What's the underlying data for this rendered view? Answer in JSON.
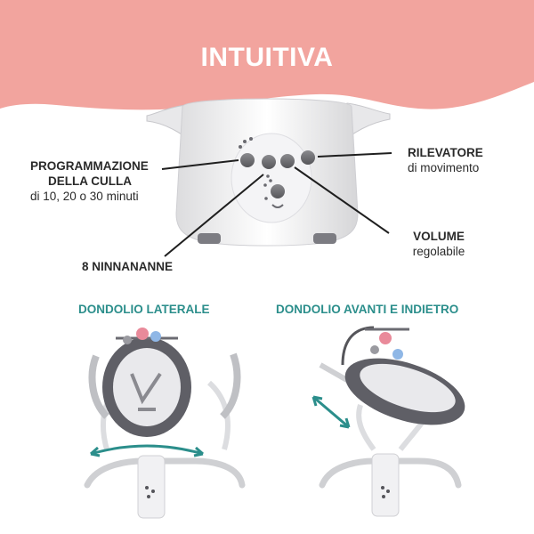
{
  "banner": {
    "title": "INTUITIVA",
    "color": "#f2a49e"
  },
  "callouts": {
    "programming": {
      "title_line1": "PROGRAMMAZIONE",
      "title_line2": "DELLA CULLA",
      "detail": "di 10, 20 o 30 minuti"
    },
    "sensor": {
      "title": "RILEVATORE",
      "detail": "di movimento"
    },
    "volume": {
      "title": "VOLUME",
      "detail": "regolabile"
    },
    "lullabies": {
      "title": "8 NINNANANNE"
    }
  },
  "sections": {
    "side": {
      "title": "DONDOLIO LATERALE"
    },
    "front": {
      "title": "DONDOLIO AVANTI E INDIETRO"
    }
  },
  "colors": {
    "accent": "#2b8e8b",
    "text": "#2a2a2a",
    "seat_grey": "#5f5f66"
  }
}
